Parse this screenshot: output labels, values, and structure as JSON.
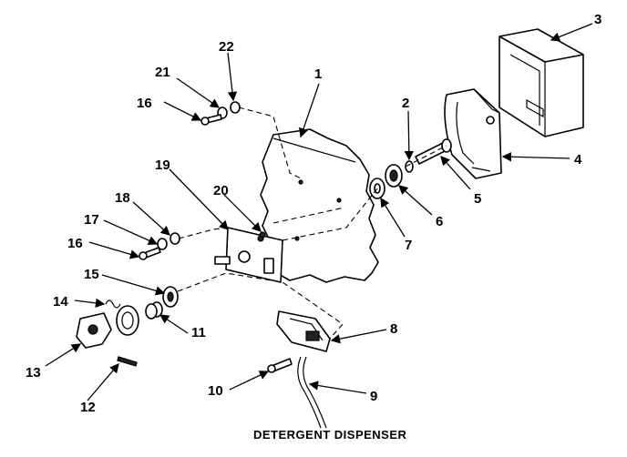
{
  "caption": "DETERGENT DISPENSER",
  "callouts": [
    {
      "id": "1",
      "label": "1"
    },
    {
      "id": "2",
      "label": "2"
    },
    {
      "id": "3",
      "label": "3"
    },
    {
      "id": "4",
      "label": "4"
    },
    {
      "id": "5",
      "label": "5"
    },
    {
      "id": "6",
      "label": "6"
    },
    {
      "id": "7",
      "label": "7"
    },
    {
      "id": "8",
      "label": "8"
    },
    {
      "id": "9",
      "label": "9"
    },
    {
      "id": "10",
      "label": "10"
    },
    {
      "id": "11",
      "label": "11"
    },
    {
      "id": "12",
      "label": "12"
    },
    {
      "id": "13",
      "label": "13"
    },
    {
      "id": "14",
      "label": "14"
    },
    {
      "id": "15",
      "label": "15"
    },
    {
      "id": "16a",
      "label": "16"
    },
    {
      "id": "16b",
      "label": "16"
    },
    {
      "id": "17",
      "label": "17"
    },
    {
      "id": "18",
      "label": "18"
    },
    {
      "id": "19",
      "label": "19"
    },
    {
      "id": "20",
      "label": "20"
    },
    {
      "id": "21",
      "label": "21"
    },
    {
      "id": "22",
      "label": "22"
    }
  ]
}
